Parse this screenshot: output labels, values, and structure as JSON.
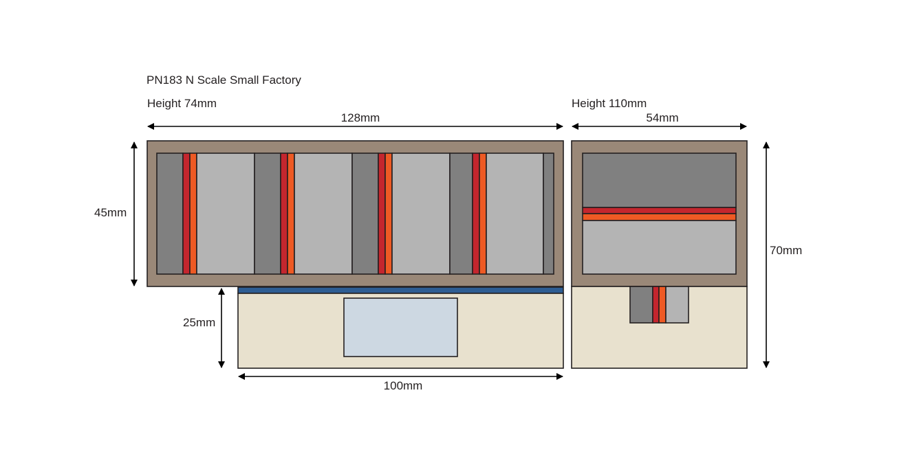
{
  "title": "PN183 N Scale Small Factory",
  "front": {
    "height_label": "Height 74mm",
    "width_label": "128mm",
    "depth_label": "45mm",
    "extension_depth_label": "25mm",
    "extension_width_label": "100mm"
  },
  "side": {
    "height_label": "Height 110mm",
    "width_label": "54mm",
    "depth_label": "70mm"
  },
  "colors": {
    "roof_frame": "#9a8878",
    "dark_grey": "#808080",
    "light_grey": "#b4b4b4",
    "red": "#c4262e",
    "orange": "#ee5a24",
    "blue": "#2e5d93",
    "beige": "#e8e1ce",
    "window": "#cdd8e2"
  }
}
